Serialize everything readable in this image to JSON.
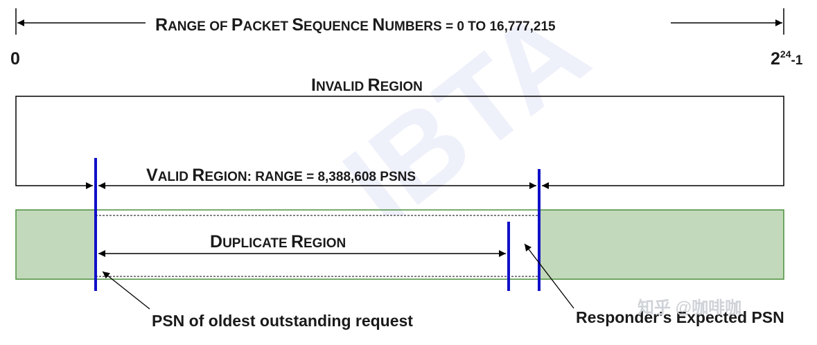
{
  "title": {
    "cap1": "R",
    "rest1": "ANGE OF ",
    "cap2": "P",
    "rest2": "ACKET ",
    "cap3": "S",
    "rest3": "EQUENCE ",
    "cap4": "N",
    "rest4": "UMBERS = 0 TO 16,777,215"
  },
  "axis": {
    "min_label": "0",
    "max_base": "2",
    "max_exp": "24",
    "max_suffix": "-1"
  },
  "invalid_region": {
    "cap1": "I",
    "rest1": "NVALID ",
    "cap2": "R",
    "rest2": "EGION"
  },
  "valid_region": {
    "cap1": "V",
    "rest1": "ALID ",
    "cap2": "R",
    "rest2": "EGION: RANGE = 8,388,608 PSN",
    "tail": "S"
  },
  "duplicate_region": {
    "cap1": "D",
    "rest1": "UPLICATE ",
    "cap2": "R",
    "rest2": "EGION"
  },
  "annotations": {
    "oldest_request": "PSN of oldest outstanding request",
    "expected_psn": "Responder's Expected PSN"
  },
  "watermark": {
    "background_text": "IBTA",
    "corner_text": "知乎 @咖啡咖"
  },
  "colors": {
    "marker_blue": "#1010c8",
    "green_fill": "#c3d9bb",
    "green_border": "#4a8f3c",
    "line_black": "#000000"
  }
}
